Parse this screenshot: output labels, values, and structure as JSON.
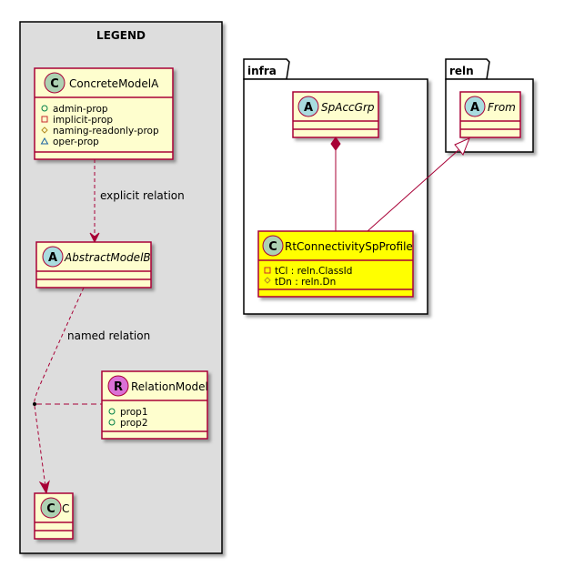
{
  "legend": {
    "title": "LEGEND",
    "concrete_model": {
      "stereotype": "C",
      "name": "ConcreteModelA",
      "props": [
        {
          "marker": "public",
          "text": "admin-prop"
        },
        {
          "marker": "private",
          "text": "implicit-prop"
        },
        {
          "marker": "protected",
          "text": "naming-readonly-prop"
        },
        {
          "marker": "package",
          "text": "oper-prop"
        }
      ]
    },
    "explicit_relation_label": "explicit relation",
    "abstract_model": {
      "stereotype": "A",
      "name": "AbstractModelB"
    },
    "named_relation_label": "named relation",
    "relation_model": {
      "stereotype": "R",
      "name": "RelationModel",
      "props": [
        {
          "marker": "public",
          "text": "prop1"
        },
        {
          "marker": "public",
          "text": "prop2"
        }
      ]
    },
    "c_model": {
      "stereotype": "C",
      "name": "C"
    }
  },
  "packages": {
    "infra": {
      "name": "infra",
      "sp_acc_grp": {
        "stereotype": "A",
        "name": "SpAccGrp"
      },
      "rt_profile": {
        "stereotype": "C",
        "name": "RtConnectivitySpProfile",
        "props": [
          {
            "marker": "private",
            "text": "tCl : reln.ClassId"
          },
          {
            "marker": "protected",
            "text": "tDn : reln.Dn"
          }
        ]
      }
    },
    "reln": {
      "name": "reln",
      "from": {
        "stereotype": "A",
        "name": "From"
      }
    }
  },
  "colors": {
    "class_fill": "#FEFECE",
    "class_border": "#A80036",
    "highlight_fill": "#FFFF00",
    "legend_fill": "#DDDDDD",
    "circle_c": "#ADD1B2",
    "circle_a": "#A9DCDF",
    "circle_r": "#DA70D6",
    "arrow": "#A80036"
  }
}
